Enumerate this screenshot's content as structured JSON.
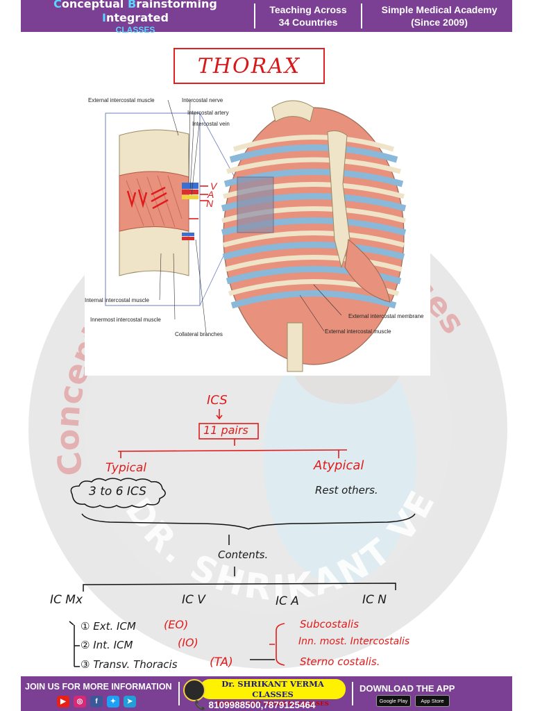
{
  "header": {
    "brand_line1": {
      "c1": "C",
      "w1": "onceptual ",
      "c2": "B",
      "w2": "rainstorming ",
      "c3": "I",
      "w3": "ntegrated"
    },
    "brand_line2": "CLASSES",
    "block2_line1": "Teaching Across",
    "block2_line2": "34 Countries",
    "block3_line1": "Simple Medical Academy",
    "block3_line2": "(Since 2009)"
  },
  "title": "THORAX",
  "watermark": {
    "left_arc": "Concept",
    "right_arc": "d Classes",
    "bottom_arc": "DR. SHRIKANT VERMA"
  },
  "figure_labels": {
    "ext_icm": "External intercostal muscle",
    "nerve": "Intercostal nerve",
    "artery": "Intercostal artery",
    "vein": "Intercostal vein",
    "int_icm": "Internal intercostal muscle",
    "innermost": "Innermost intercostal muscle",
    "collateral": "Collateral branches",
    "ext_membrane": "External intercostal membrane",
    "ext_icm2": "External intercostal muscle",
    "v": "V",
    "a": "A",
    "n": "N"
  },
  "notes": {
    "ics": "ICS",
    "pairs": "11 pairs",
    "typical": "Typical",
    "atypical": "Atypical",
    "typical_range": "3 to 6 ICS",
    "atypical_desc": "Rest others.",
    "contents": "Contents.",
    "ic_mx": "IC Mx",
    "ic_v": "IC V",
    "ic_a": "IC A",
    "ic_n": "IC N",
    "m1": "① Ext. ICM",
    "m1_abbr": "(EO)",
    "m2": "② Int. ICM",
    "m2_abbr": "(IO)",
    "m3": "③ Transv. Thoracis",
    "m3_abbr": "(TA)",
    "ta1": "Subcostalis",
    "ta2": "Inn. most. Intercostalis",
    "ta3": "Sterno costalis."
  },
  "footer": {
    "join": "JOIN US FOR MORE INFORMATION",
    "org_name": "Dr. SHRIKANT VERMA CLASSES",
    "org_tag": "INDIA'S NO.1 MEDICAL CLASSES",
    "phone": "📞 8109988500,7879125464",
    "download": "DOWNLOAD THE APP",
    "google_play": "Google Play",
    "app_store": "App Store"
  },
  "colors": {
    "header_bg": "#7b3f93",
    "accent_cyan": "#5ad6ff",
    "ink_red": "#e01b1b"
  }
}
